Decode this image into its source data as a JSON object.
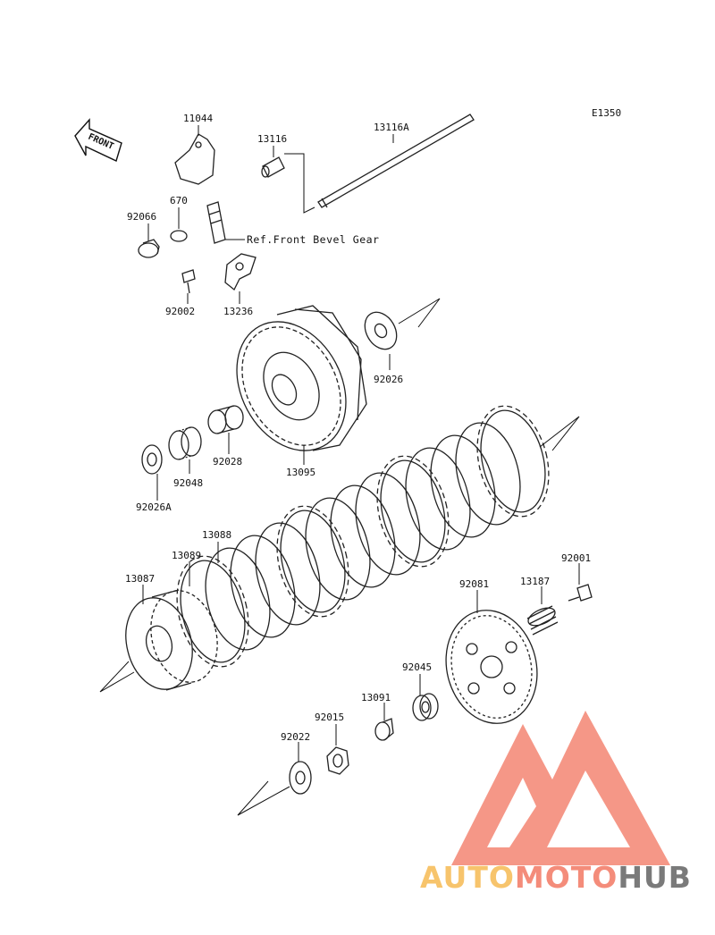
{
  "diagram": {
    "code": "E1350",
    "front_arrow_text": "FRONT",
    "reference_note": "Ref.Front Bevel Gear",
    "part_labels": [
      "11044",
      "13116",
      "13116A",
      "670",
      "92066",
      "92002",
      "13236",
      "92026",
      "13095",
      "92028",
      "92048",
      "92026A",
      "13088",
      "13089",
      "13087",
      "92001",
      "13187",
      "92081",
      "92045",
      "13091",
      "92015",
      "92022"
    ]
  },
  "watermark": {
    "word_1": "AUTO",
    "word_2": "MOTO",
    "word_3": "HUB",
    "colors": {
      "auto": "#f7c46c",
      "moto": "#f48c7a",
      "hub": "#7a7a7a",
      "triangle": "#f48c7a"
    }
  }
}
